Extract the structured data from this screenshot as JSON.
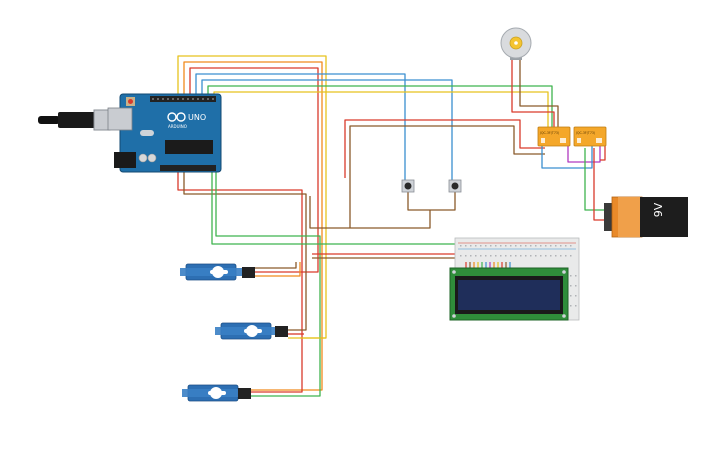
{
  "circuit": {
    "arduino": {
      "logo_text": "UNO",
      "brand_text": "ARDUINO"
    },
    "battery": {
      "label": "9V"
    },
    "relays": [
      {
        "label": "JQC-3F(T73)"
      },
      {
        "label": "JQC-3F(T73)"
      }
    ],
    "icons": [
      "usb-cable-icon",
      "dc-motor-icon",
      "pushbutton-icon",
      "servo-motor-icon",
      "lcd-display-icon",
      "breadboard-icon",
      "battery-icon",
      "relay-icon"
    ],
    "wire_colors": {
      "red": "#d93a2b",
      "brown": "#8a5a2b",
      "yellow": "#e6c21e",
      "orange": "#f08a1c",
      "green": "#3fb34f",
      "blue": "#3a8fd0",
      "purple": "#b03ac0",
      "black": "#222222"
    }
  }
}
